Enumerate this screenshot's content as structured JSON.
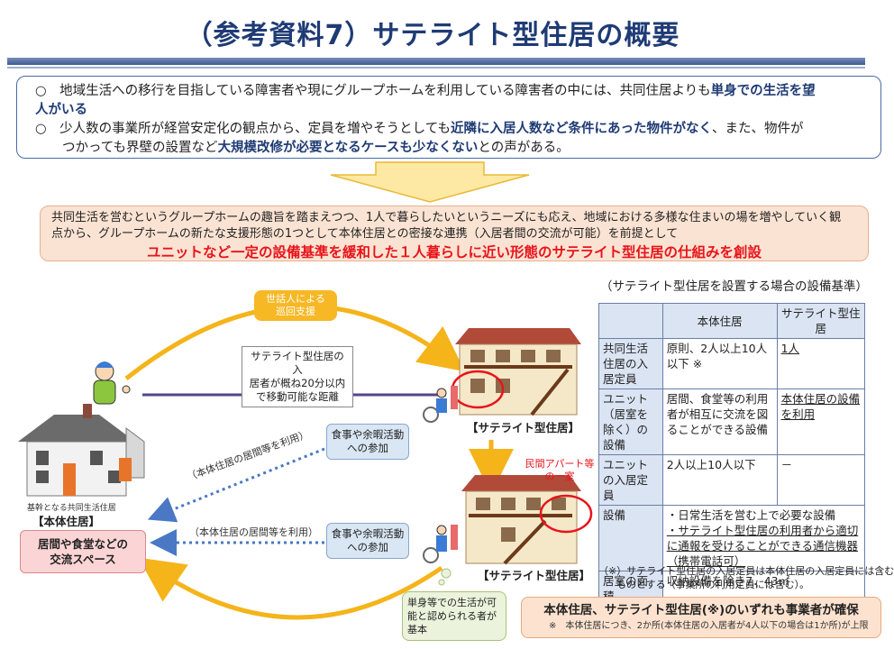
{
  "title": "（参考資料7）サテライト型住居の概要",
  "intro": {
    "line1_pre": "○　地域生活への移行を目指している障害者や現にグループホームを利用している障害者の中には、共同住居よりも",
    "line1_bold": "単身での生活を望",
    "line2_bold": "人がいる",
    "line3_pre": "○　少人数の事業所が経営安定化の観点から、定員を増やそうとしても",
    "line3_bold": "近隣に入居人数など条件にあった物件がなく",
    "line3_post": "、また、物件が",
    "line4_pre": "つかっても界壁の設置など",
    "line4_bold": "大規模改修が必要となるケースも少なくない",
    "line4_post": "との声がある。"
  },
  "summary": {
    "line1": "共同生活を営むというグループホームの趣旨を踏まえつつ、1人で暮らしたいというニーズにも応え、地域における多様な住まいの場を増やしていく観",
    "line2": "点から、グループホームの新たな支援形態の1つとして本体住居との密接な連携（入居者間の交流が可能）を前提として",
    "highlight": "ユニットなど一定の設備基準を緩和した１人暮らしに近い形態のサテライト型住居の仕組みを創設"
  },
  "diagram": {
    "pill_line1": "世話人による",
    "pill_line2": "巡回支援",
    "distance_line1": "サテライト型住居の入",
    "distance_line2": "居者が概ね20分以内",
    "distance_line3": "で移動可能な距離",
    "meal_top_line1": "食事や余暇活動",
    "meal_top_line2": "への参加",
    "meal_bottom_line1": "食事や余暇活動",
    "meal_bottom_line2": "への参加",
    "satellite_top": "【サテライト型住居】",
    "satellite_bottom": "【サテライト型住居】",
    "apartment_line1": "民間アパート等",
    "apartment_line2": "の一室",
    "use_top": "（本体住居の居間等を利用）",
    "use_bottom": "（本体住居の居間等を利用）",
    "main_small": "基幹となる共同生活住居",
    "main_label": "【本体住居】",
    "lounge_line1": "居間や食堂などの",
    "lounge_line2": "交流スペース",
    "single_line1": "単身等での生活が可",
    "single_line2": "能と認められる者が",
    "single_line3": "基本"
  },
  "table": {
    "caption": "（サテライト型住居を設置する場合の設備基準）",
    "headers": [
      "",
      "本体住居",
      "サテライト型住居"
    ],
    "rows": [
      {
        "h": "共同生活住居の入居定員",
        "c1": "原則、2人以上10人以下 ※",
        "c2": "1人"
      },
      {
        "h": "ユニット（居室を除く）の設備",
        "c1": "居間、食堂等の利用者が相互に交流を図ることができる設備",
        "c2": "本体住居の設備を利用"
      },
      {
        "h": "ユニットの入居定員",
        "c1": "2人以上10人以下",
        "c2": "－"
      },
      {
        "h": "設備",
        "c1_line1": "・日常生活を営む上で必要な設備",
        "c1_line2": "・サテライト型住居の利用者から適切に通報を受けることができる通信機器（携帯電話可）"
      },
      {
        "h": "居室の面積",
        "c1": "収納設備を除き7．43㎡"
      }
    ]
  },
  "footnote": {
    "line1": "（※）サテライト型住居の入居定員は本体住居の入居定員には含む",
    "line2": "ものとする（事業所の利用定員には含む）。"
  },
  "bottom": {
    "main": "本体住居、サテライト型住居(※)のいずれも事業者が確保",
    "sub": "※　本体住居につき、2か所(本体住居の入居者が4人以下の場合は1か所)が上限"
  },
  "colors": {
    "title": "#1f3b75",
    "highlight_red": "#e8141b",
    "arrow_yellow": "#f4b41a",
    "dotted_blue": "#4a78c4"
  }
}
